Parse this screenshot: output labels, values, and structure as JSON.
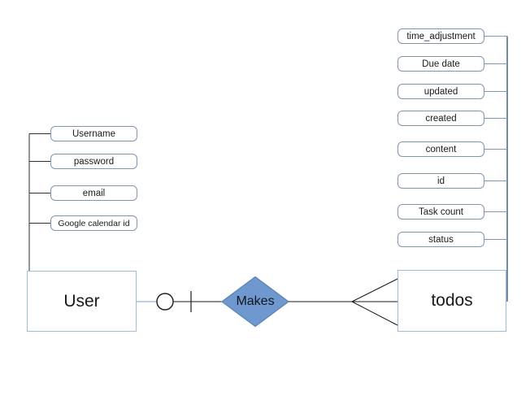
{
  "diagram": {
    "entities": {
      "user": {
        "label": "User"
      },
      "todos": {
        "label": "todos"
      }
    },
    "relationship": {
      "label": "Makes"
    },
    "user_attributes": [
      {
        "label": "Username"
      },
      {
        "label": "password"
      },
      {
        "label": "email"
      },
      {
        "label": "Google calendar id"
      }
    ],
    "todos_attributes": [
      {
        "label": "time_adjustment"
      },
      {
        "label": "Due date"
      },
      {
        "label": "updated"
      },
      {
        "label": "created"
      },
      {
        "label": "content"
      },
      {
        "label": "id"
      },
      {
        "label": "Task count"
      },
      {
        "label": "status"
      }
    ],
    "cardinality": {
      "user_side_symbol": "zero-or-one (circle and bar)",
      "todos_side_symbol": "many (crow's foot)"
    },
    "colors": {
      "entity_border": "#9fbcdc",
      "attribute_border": "#8095b3",
      "relationship_fill": "#6f98cf",
      "relationship_border": "#5a82b4",
      "connector_dark": "#2d2d2d",
      "connector_blue_light": "#7e99bb",
      "connector_blue_dark": "#41658f",
      "entity_stub_blue": "#a2c1e0"
    }
  }
}
